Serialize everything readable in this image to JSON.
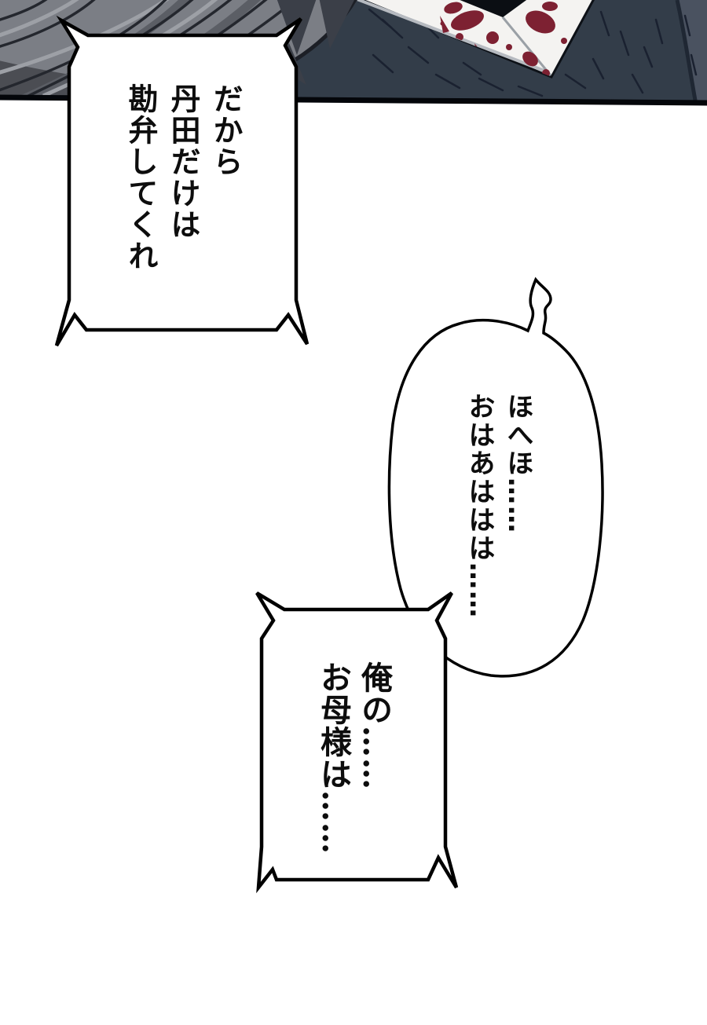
{
  "style": {
    "bubble_fill": "#ffffff",
    "line_color": "#000000"
  },
  "artwork": {
    "colors": {
      "clothing": "#333d49",
      "clothing_light_band": "#4a5260",
      "hair": "#7b7e85",
      "hair_shadow": "#4b4d53",
      "hair_highlight": "#9da0a6",
      "hair_tip_dark": "#3b3f48",
      "cloth_white": "#f4f3f1",
      "blood": "#7d2132",
      "outline": "#14181f"
    }
  },
  "bubbles": [
    {
      "name": "shout-box-top",
      "shape": "jagged-rectangle",
      "columns": [
        "だから",
        "丹田だけは",
        "勘弁してくれ"
      ]
    },
    {
      "name": "laugh-bubble",
      "shape": "organic-oval-with-squiggle-tail",
      "columns": [
        "ほへほ……",
        "おはあははは……"
      ]
    },
    {
      "name": "shout-box-bottom",
      "shape": "jagged-rectangle",
      "columns": [
        "俺の……",
        "お母様は……"
      ]
    }
  ]
}
